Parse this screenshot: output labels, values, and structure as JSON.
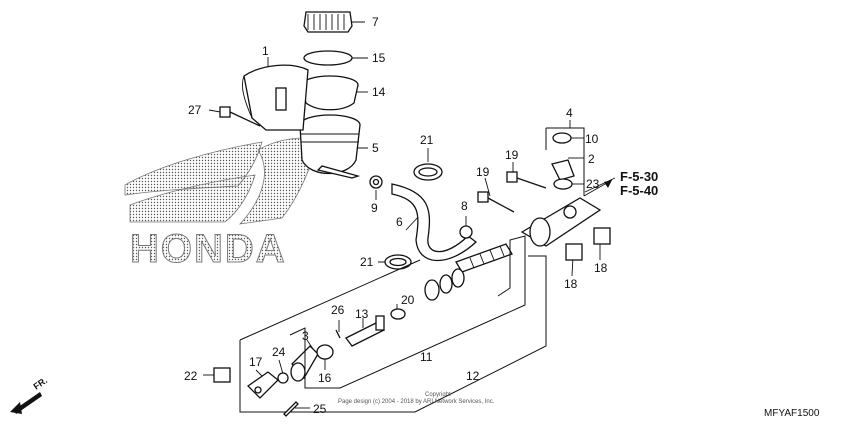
{
  "watermark": {
    "brand_text": "HONDA"
  },
  "callouts": [
    "1",
    "2",
    "3",
    "4",
    "5",
    "6",
    "7",
    "8",
    "9",
    "10",
    "11",
    "12",
    "13",
    "14",
    "15",
    "16",
    "17",
    "18",
    "18",
    "19",
    "19",
    "20",
    "21",
    "21",
    "22",
    "23",
    "24",
    "25",
    "26",
    "27"
  ],
  "references": [
    "F-5-30",
    "F-5-40"
  ],
  "diagram_code": "MFYAF1500",
  "copyright": {
    "line1": "Copyright",
    "line2": "Page design (c) 2004 - 2018 by ARI Network Services, Inc."
  },
  "direction": {
    "label": "FR."
  }
}
